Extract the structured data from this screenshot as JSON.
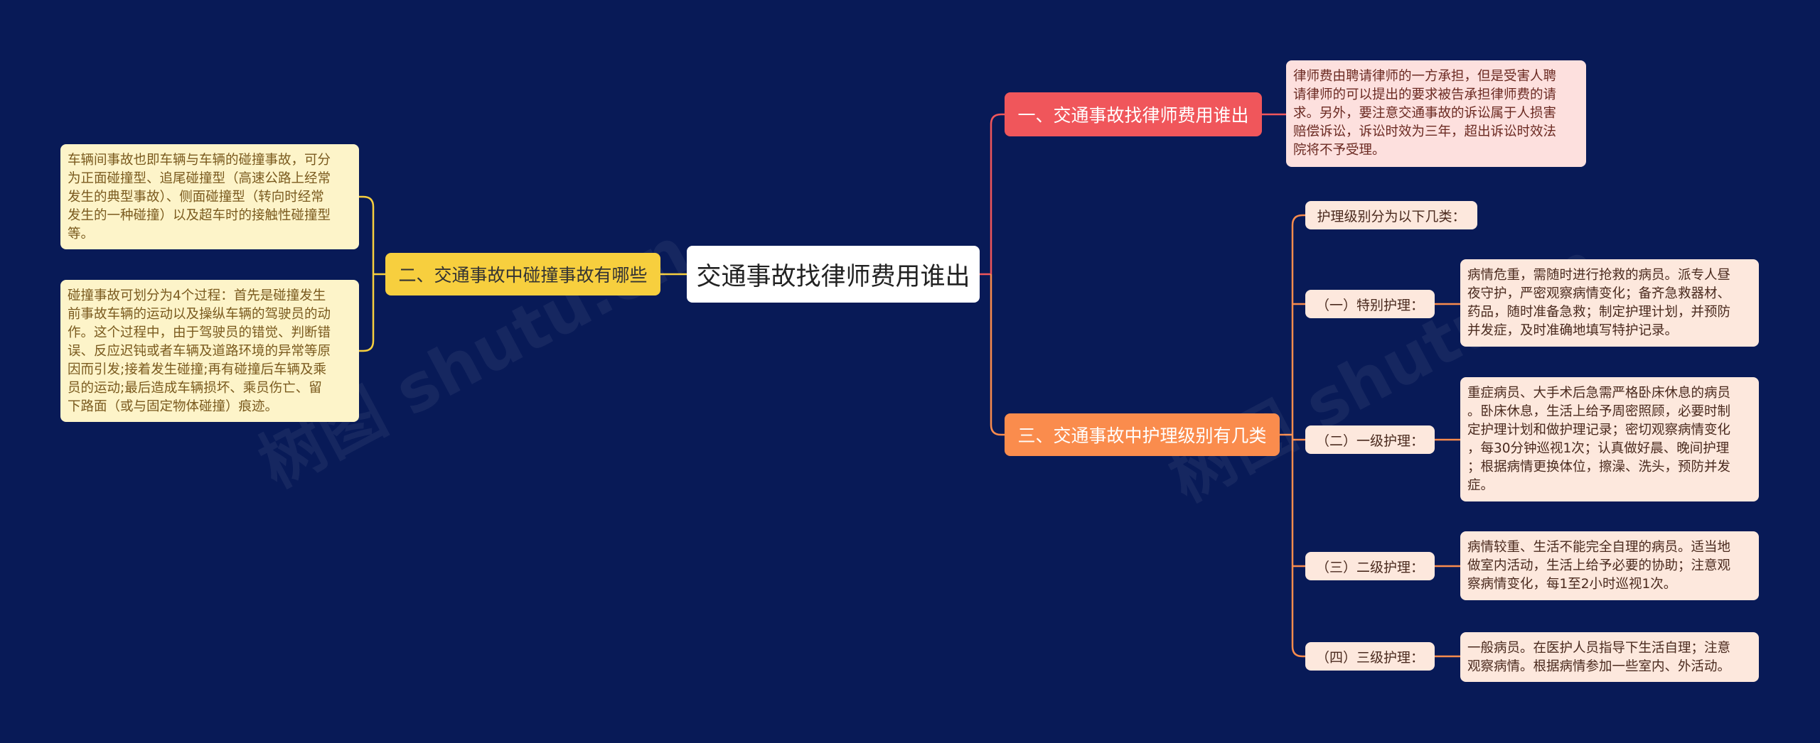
{
  "root": {
    "label": "交通事故找律师费用谁出"
  },
  "branch1": {
    "label": "一、交通事故找律师费用谁出",
    "text": "律师费由聘请律师的一方承担，但是受害人聘\n请律师的可以提出的要求被告承担律师费的请\n求。另外，要注意交通事故的诉讼属于人损害\n赔偿诉讼，诉讼时效为三年，超出诉讼时效法\n院将不予受理。"
  },
  "branch2": {
    "label": "二、交通事故中碰撞事故有哪些",
    "leaves": [
      "车辆间事故也即车辆与车辆的碰撞事故，可分\n为正面碰撞型、追尾碰撞型（高速公路上经常\n发生的典型事故）、侧面碰撞型（转向时经常\n发生的一种碰撞）以及超车时的接触性碰撞型\n等。",
      "碰撞事故可划分为4个过程：首先是碰撞发生\n前事故车辆的运动以及操纵车辆的驾驶员的动\n作。这个过程中，由于驾驶员的错觉、判断错\n误、反应迟钝或者车辆及道路环境的异常等原\n因而引发;接着发生碰撞;再有碰撞后车辆及乘\n员的运动;最后造成车辆损坏、乘员伤亡、留\n下路面（或与固定物体碰撞）痕迹。"
    ]
  },
  "branch3": {
    "label": "三、交通事故中护理级别有几类",
    "intro": "护理级别分为以下几类：",
    "items": [
      {
        "label": "（一）特别护理：",
        "text": "病情危重，需随时进行抢救的病员。派专人昼\n夜守护，严密观察病情变化；备齐急救器材、\n药品，随时准备急救；制定护理计划，并预防\n并发症，及时准确地填写特护记录。"
      },
      {
        "label": "（二）一级护理：",
        "text": "重症病员、大手术后急需严格卧床休息的病员\n。卧床休息，生活上给予周密照顾，必要时制\n定护理计划和做护理记录；密切观察病情变化\n，每30分钟巡视1次；认真做好晨、晚间护理\n；根据病情更换体位，擦澡、洗头，预防并发\n症。"
      },
      {
        "label": "（三）二级护理：",
        "text": "病情较重、生活不能完全自理的病员。适当地\n做室内活动，生活上给予必要的协助；注意观\n察病情变化，每1至2小时巡视1次。"
      },
      {
        "label": "（四）三级护理：",
        "text": "一般病员。在医护人员指导下生活自理；注意\n观察病情。根据病情参加一些室内、外活动。"
      }
    ]
  },
  "watermark": "树图 shutu.cn",
  "colors": {
    "background": "#081a57",
    "branch1": "#f0565b",
    "branch2": "#f7cf3e",
    "branch3": "#fa8c4d",
    "link_red": "#f0565b",
    "link_yellow": "#f7cf3e",
    "link_orange": "#fa8c4d"
  }
}
